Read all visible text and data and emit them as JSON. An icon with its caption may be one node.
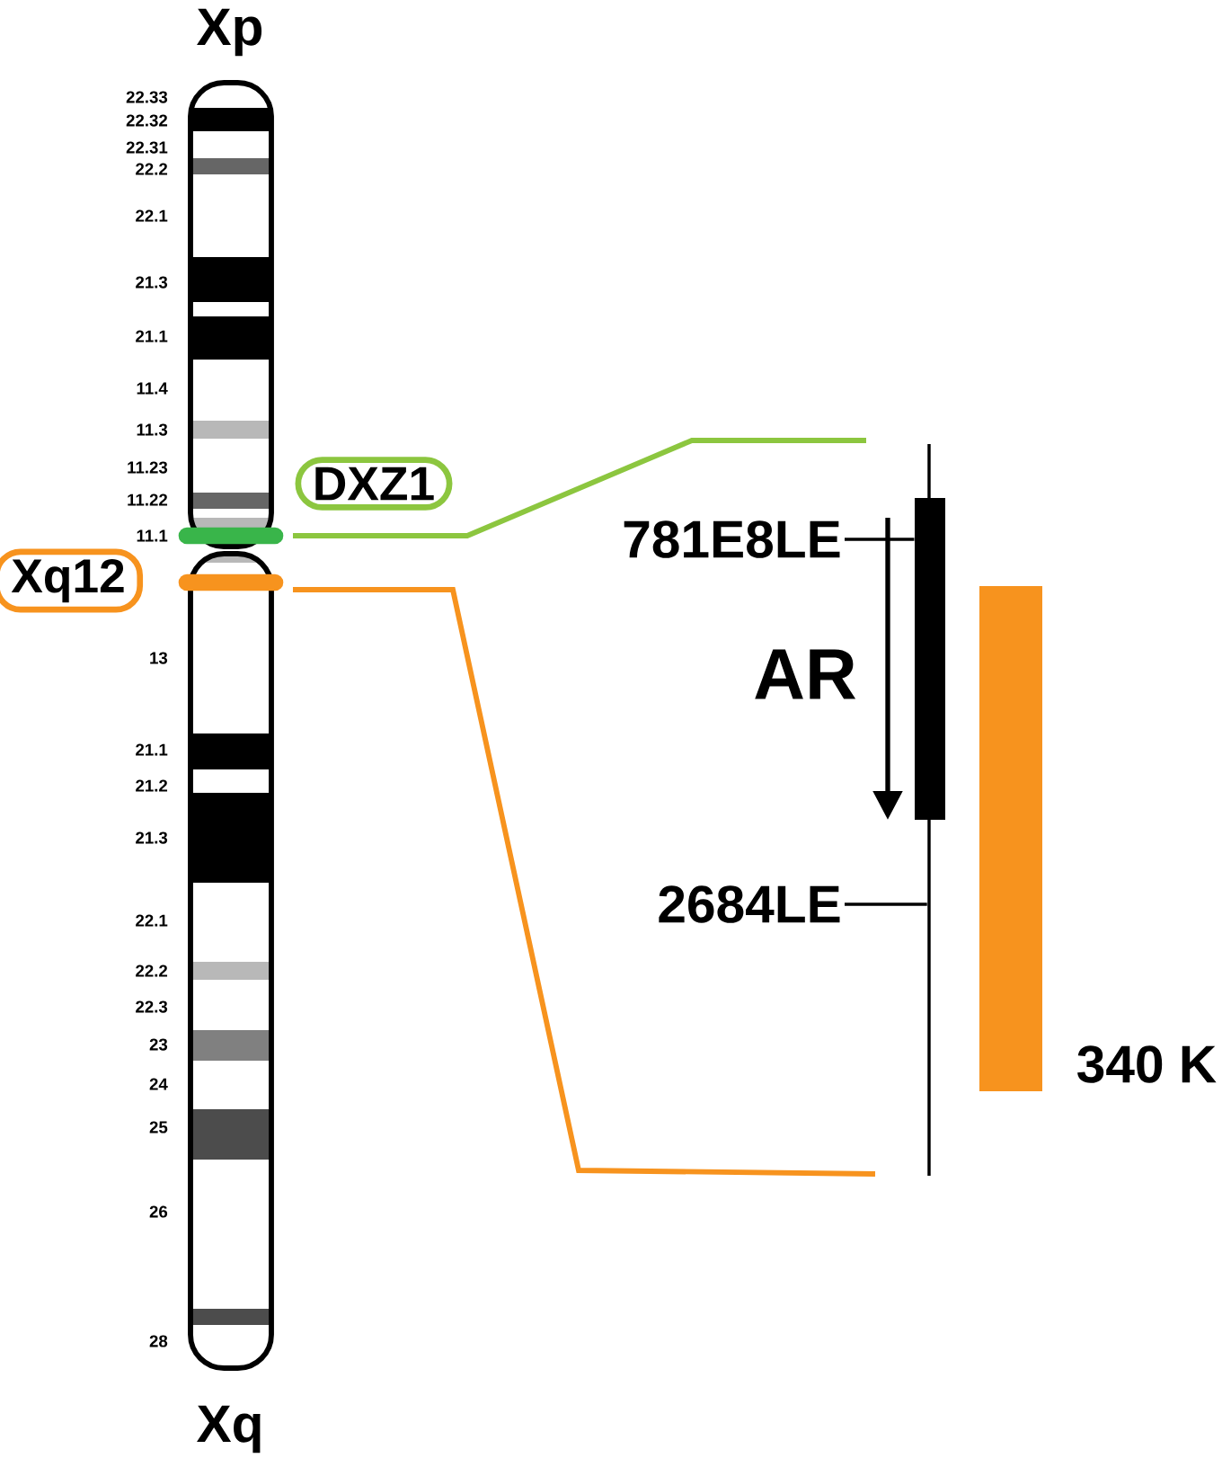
{
  "diagram": {
    "nodes": [
      {
        "text": [
          "DXZ1"
        ]
      },
      {
        "text": [
          "Xq12"
        ]
      },
      {
        "text": [
          "781E8LE"
        ]
      },
      {
        "text": [
          "2684LE"
        ]
      },
      {
        "text": [],
        "shape": "bar"
      },
      {
        "text": [],
        "shape": "bar",
        "beside": [
          "340 K"
        ]
      },
      {
        "text": [],
        "shape": "line"
      }
    ],
    "edges": [
      {
        "from": 2,
        "to": 4,
        "arrow": "none"
      },
      {
        "from": 3,
        "to": 6,
        "arrow": "none"
      }
    ],
    "labels": [
      "Xp",
      "22.33",
      "22.32",
      "22.31",
      "22.2",
      "22.1",
      "21.3",
      "21.1",
      "11.4",
      "11.3",
      "11.23",
      "11.22",
      "11.1",
      "13",
      "21.1",
      "21.2",
      "21.3",
      "22.1",
      "22.2",
      "22.3",
      "23",
      "24",
      "25",
      "26",
      "28",
      "Xq",
      "AR"
    ]
  }
}
